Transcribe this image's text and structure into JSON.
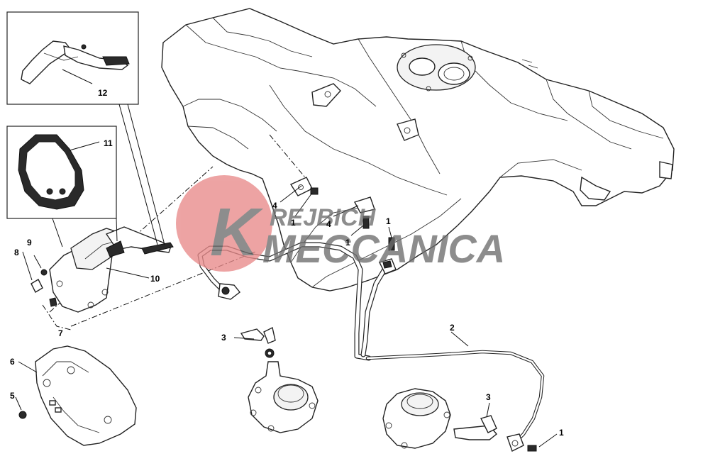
{
  "watermark": {
    "line1": "REJBICH",
    "line2": "MECCANICA",
    "logo_letter": "K",
    "circle_color": "#e88a8a",
    "text_color": "#6e6e6e"
  },
  "callouts": {
    "c1_top_a": "1",
    "c1_top_b": "1",
    "c1_top_c": "1",
    "c1_bottom": "1",
    "c2": "2",
    "c3_left": "3",
    "c3_right": "3",
    "c4_a": "4",
    "c4_b": "4",
    "c5": "5",
    "c6": "6",
    "c7": "7",
    "c8": "8",
    "c9": "9",
    "c10": "10",
    "c11": "11",
    "c12": "12"
  }
}
